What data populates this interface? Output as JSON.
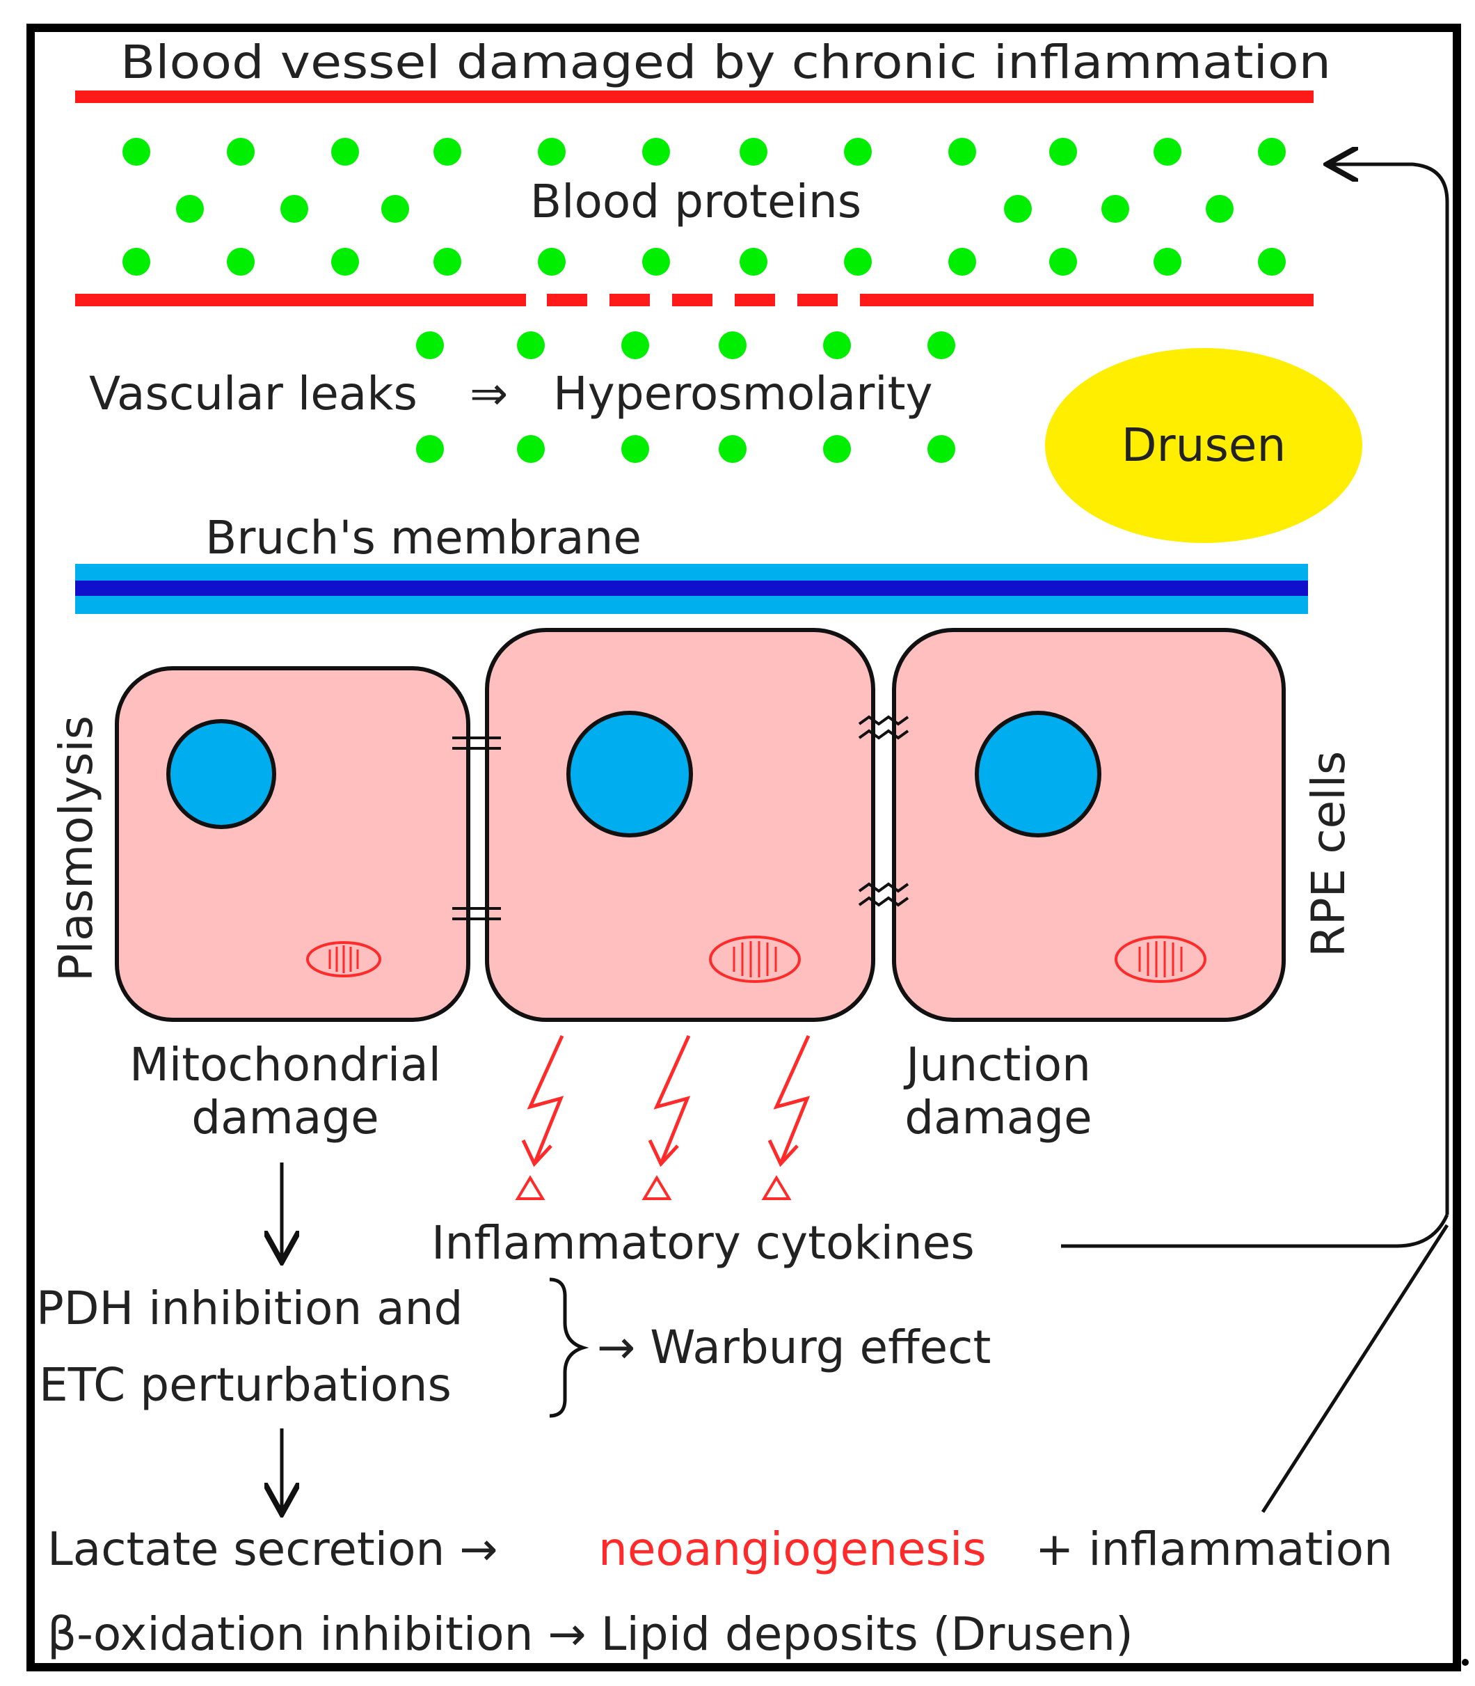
{
  "labels": {
    "top_title": "Blood vessel damaged by chronic inflammation",
    "blood_proteins": "Blood proteins",
    "vascular_leaks": "Vascular leaks",
    "implies_arrow": "⇒",
    "hyperosmolarity": "Hyperosmolarity",
    "drusen": "Drusen",
    "bruch_membrane": "Bruch's membrane",
    "plasmolysis": "Plasmolysis",
    "rpe_cells": "RPE cells",
    "mitochondrial_line1": "Mitochondrial",
    "mitochondrial_line2": "damage",
    "junction_line1": "Junction",
    "junction_line2": "damage",
    "inflammatory_cytokines": "Inflammatory cytokines",
    "pdh_line1": "PDH inhibition and",
    "pdh_line2": "ETC perturbations",
    "warburg": "→ Warburg effect",
    "lactate": "Lactate secretion →",
    "neoangiogenesis": "neoangiogenesis",
    "plus_inflammation": "+ inflammation",
    "beta_oxidation": "β-oxidation inhibition → Lipid deposits (Drusen)"
  },
  "colors": {
    "vessel_wall": "#ff1a1a",
    "protein_dot": "#00ee00",
    "drusen": "#ffee00",
    "membrane_light": "#00b0ee",
    "membrane_dark": "#1010cc",
    "cell_fill": "#ffbfbf",
    "nucleus": "#00aeef",
    "mitochondria": "#ff2a2a",
    "lightning": "#ff2a2a",
    "ink": "#111111",
    "highlight_text": "#ff2a2a"
  },
  "icons": {
    "lightning": "lightning-bolt-icon",
    "cytokine": "triangle-cytokine-icon",
    "mitochondrion": "mitochondrion-icon",
    "nucleus": "nucleus-icon"
  }
}
